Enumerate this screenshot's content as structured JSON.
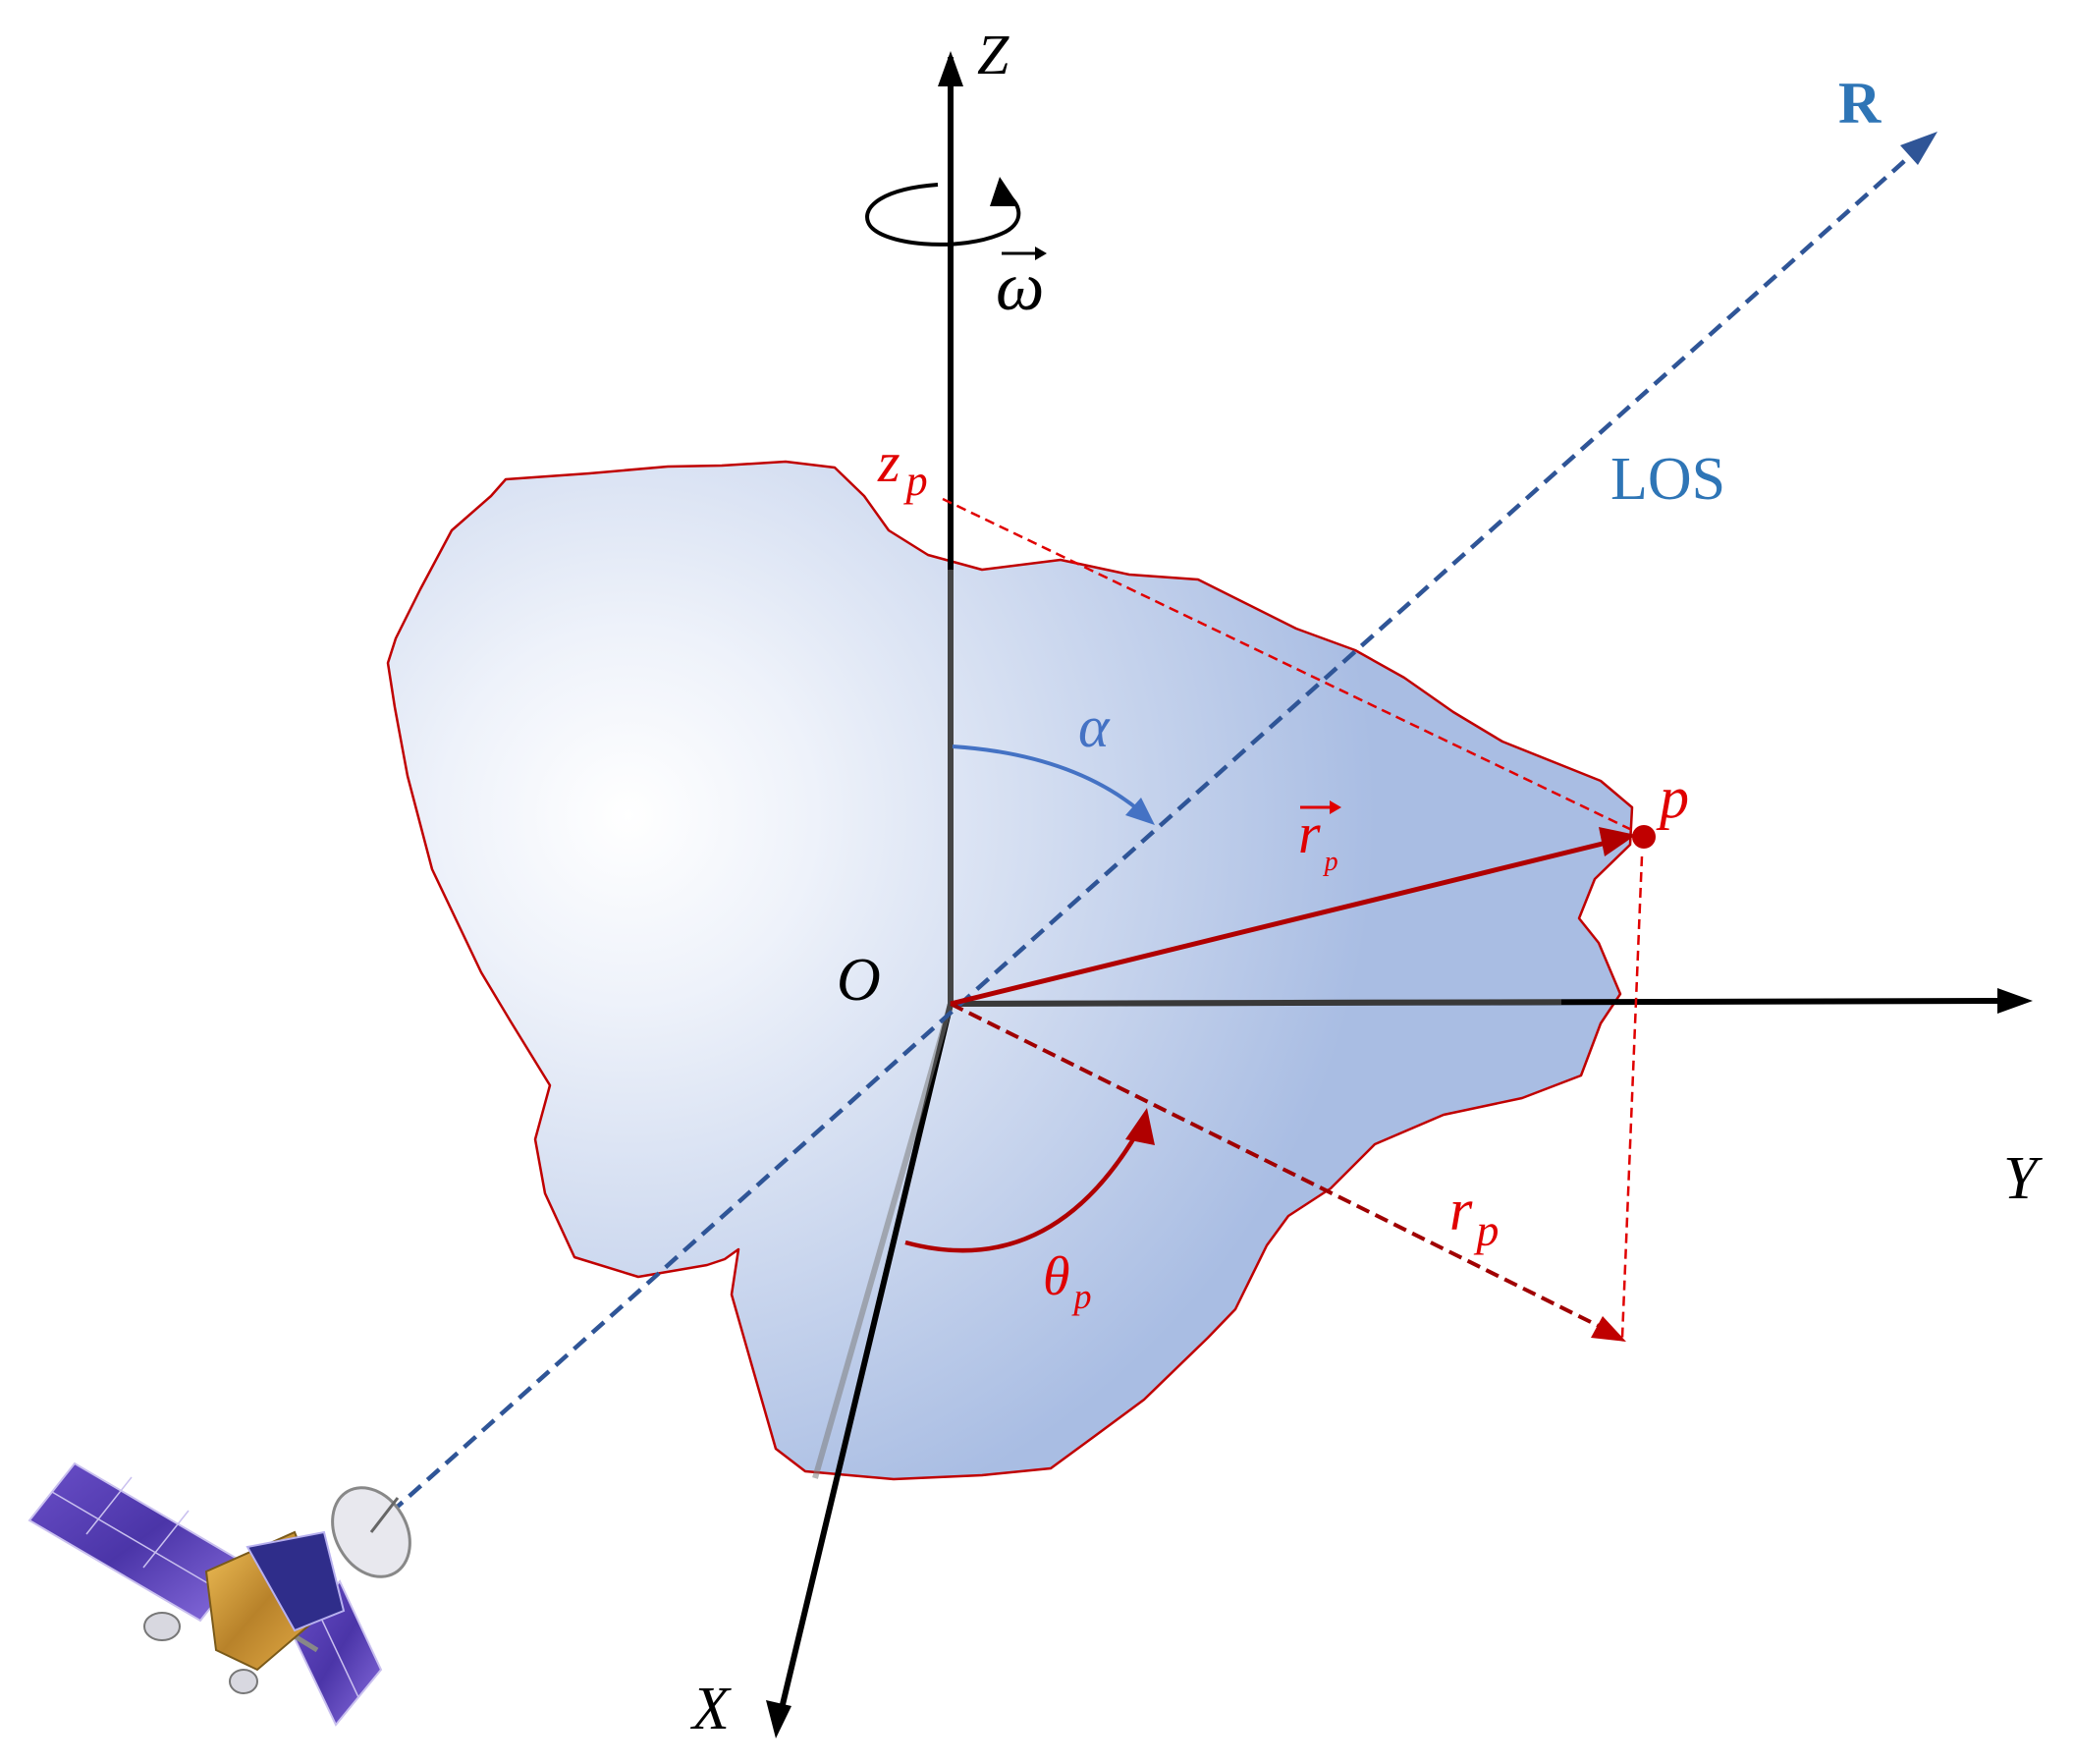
{
  "colors": {
    "axis": "#000000",
    "los": "#2f5597",
    "los_label": "#2e75b6",
    "red": "#c00000",
    "alpha": "#4472c4",
    "body_edge": "#c00000",
    "body_fill_center": "#ffffff",
    "body_fill_edge": "#a9bde3"
  },
  "labels": {
    "z_axis": "Z",
    "y_axis": "Y",
    "x_axis": "X",
    "origin": "O",
    "omega": "ω",
    "r_direction": "R",
    "los": "LOS",
    "z_p_main": "z",
    "z_p_sub": "p",
    "alpha": "α",
    "point_p": "p",
    "r_vec_main": "r",
    "r_vec_sub": "p",
    "r_proj_main": "r",
    "r_proj_sub": "p",
    "theta_main": "θ",
    "theta_sub": "p"
  },
  "icons": {
    "rotation": "rotation-arrow-icon",
    "satellite": "satellite-icon"
  }
}
